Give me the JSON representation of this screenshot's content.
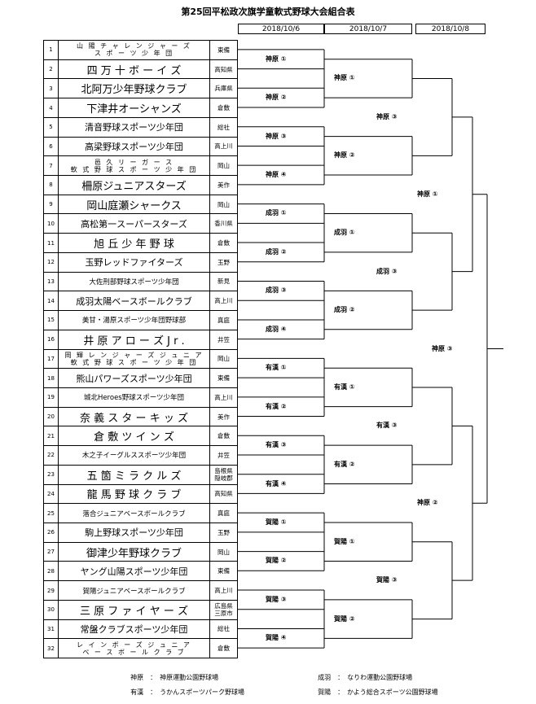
{
  "title": "第25回平松政次旗学童軟式野球大会組合表",
  "dates": [
    "2018/10/6",
    "2018/10/7",
    "2018/10/8"
  ],
  "teams": [
    {
      "no": "1",
      "name": "山 陽 チ ャ レ ン ジ ャ ー ズ\nス ポ ー ツ 少 年 団",
      "pref": "東備",
      "style": "two"
    },
    {
      "no": "2",
      "name": "四 万 十 ボ ー イ ズ",
      "pref": "高知県",
      "style": "big"
    },
    {
      "no": "3",
      "name": "北阿万少年野球クラブ",
      "pref": "兵庫県",
      "style": "big"
    },
    {
      "no": "4",
      "name": "下津井オーシャンズ",
      "pref": "倉敷",
      "style": "big"
    },
    {
      "no": "5",
      "name": "清音野球スポーツ少年団",
      "pref": "総社",
      "style": "mid"
    },
    {
      "no": "6",
      "name": "高梁野球スポーツ少年団",
      "pref": "高上川",
      "style": "mid"
    },
    {
      "no": "7",
      "name": "邑 久 リ ー ガ ー ス\n軟 式 野 球 ス ポ ー ツ 少 年 団",
      "pref": "岡山",
      "style": "two"
    },
    {
      "no": "8",
      "name": "柵原ジュニアスターズ",
      "pref": "美作",
      "style": "big"
    },
    {
      "no": "9",
      "name": "岡山庭瀬シャークス",
      "pref": "岡山",
      "style": "big"
    },
    {
      "no": "10",
      "name": "高松第一スーパースターズ",
      "pref": "香川県",
      "style": "mid"
    },
    {
      "no": "11",
      "name": "旭 丘 少 年 野 球",
      "pref": "倉敷",
      "style": "big"
    },
    {
      "no": "12",
      "name": "玉野レッドファイターズ",
      "pref": "玉野",
      "style": "mid"
    },
    {
      "no": "13",
      "name": "大佐刑部野球スポーツ少年団",
      "pref": "新見",
      "style": "small"
    },
    {
      "no": "14",
      "name": "成羽太陽ベースボールクラブ",
      "pref": "高上川",
      "style": "mid"
    },
    {
      "no": "15",
      "name": "美甘・湯原スポーツ少年団野球部",
      "pref": "真庭",
      "style": "small"
    },
    {
      "no": "16",
      "name": "井 原 ア ロ ー ズ J r .",
      "pref": "井笠",
      "style": "big"
    },
    {
      "no": "17",
      "name": "岡 輝 レ ン ジ ャ ー ズ ジ ュ ニ ア\n軟 式 野 球 ス ポ ー ツ 少 年 団",
      "pref": "岡山",
      "style": "two"
    },
    {
      "no": "18",
      "name": "熊山パワーズスポーツ少年団",
      "pref": "東備",
      "style": "mid"
    },
    {
      "no": "19",
      "name": "城北Heroes野球スポーツ少年団",
      "pref": "高上川",
      "style": "small"
    },
    {
      "no": "20",
      "name": "奈 義 ス タ ー キ ッ ズ",
      "pref": "美作",
      "style": "big"
    },
    {
      "no": "21",
      "name": "倉 敷 ツ イ ン ズ",
      "pref": "倉敷",
      "style": "big"
    },
    {
      "no": "22",
      "name": "木之子イーグルススポーツ少年団",
      "pref": "井笠",
      "style": "small"
    },
    {
      "no": "23",
      "name": "五 箇 ミ ラ ク ル ズ",
      "pref": "島根県\n隠岐郡",
      "style": "big"
    },
    {
      "no": "24",
      "name": "龍 馬 野 球 ク ラ ブ",
      "pref": "高知県",
      "style": "big"
    },
    {
      "no": "25",
      "name": "落合ジュニアベースボールクラブ",
      "pref": "真庭",
      "style": "small"
    },
    {
      "no": "26",
      "name": "駒上野球スポーツ少年団",
      "pref": "玉野",
      "style": "mid"
    },
    {
      "no": "27",
      "name": "御津少年野球クラブ",
      "pref": "岡山",
      "style": "big"
    },
    {
      "no": "28",
      "name": "ヤング山陽スポーツ少年団",
      "pref": "東備",
      "style": "mid"
    },
    {
      "no": "29",
      "name": "賀陽ジュニアベースボールクラブ",
      "pref": "高上川",
      "style": "small"
    },
    {
      "no": "30",
      "name": "三 原 フ ァ イ ヤ ー ズ",
      "pref": "広島県\n三原市",
      "style": "big"
    },
    {
      "no": "31",
      "name": "常盤クラブスポーツ少年団",
      "pref": "総社",
      "style": "mid"
    },
    {
      "no": "32",
      "name": "レ イ ン ボ ー ズ ジ ュ ニ ア\nベ ー ス ボ ー ル ク ラ ブ",
      "pref": "倉敷",
      "style": "two"
    }
  ],
  "round1": [
    "神原 ①",
    "神原 ②",
    "神原 ③",
    "神原 ④",
    "成羽 ①",
    "成羽 ②",
    "成羽 ③",
    "成羽 ④",
    "有漢 ①",
    "有漢 ②",
    "有漢 ③",
    "有漢 ④",
    "賀陽 ①",
    "賀陽 ②",
    "賀陽 ③",
    "賀陽 ④"
  ],
  "round2": [
    "神原 ①",
    "神原 ②",
    "成羽 ①",
    "成羽 ②",
    "有漢 ①",
    "有漢 ②",
    "賀陽 ①",
    "賀陽 ②"
  ],
  "round3": [
    "神原 ③",
    "成羽 ③",
    "有漢 ③",
    "賀陽 ③"
  ],
  "round4": [
    "神原 ①",
    "神原 ②"
  ],
  "final": "神原 ③",
  "legend": [
    {
      "key": "神原",
      "sep": "：",
      "venue": "神原運動公園野球場"
    },
    {
      "key": "成羽",
      "sep": "：",
      "venue": "なりわ運動公園野球場"
    },
    {
      "key": "有漢",
      "sep": "：",
      "venue": "うかんスポーツパーク野球場"
    },
    {
      "key": "賀陽",
      "sep": "：",
      "venue": "かよう総合スポーツ公園野球場"
    }
  ]
}
